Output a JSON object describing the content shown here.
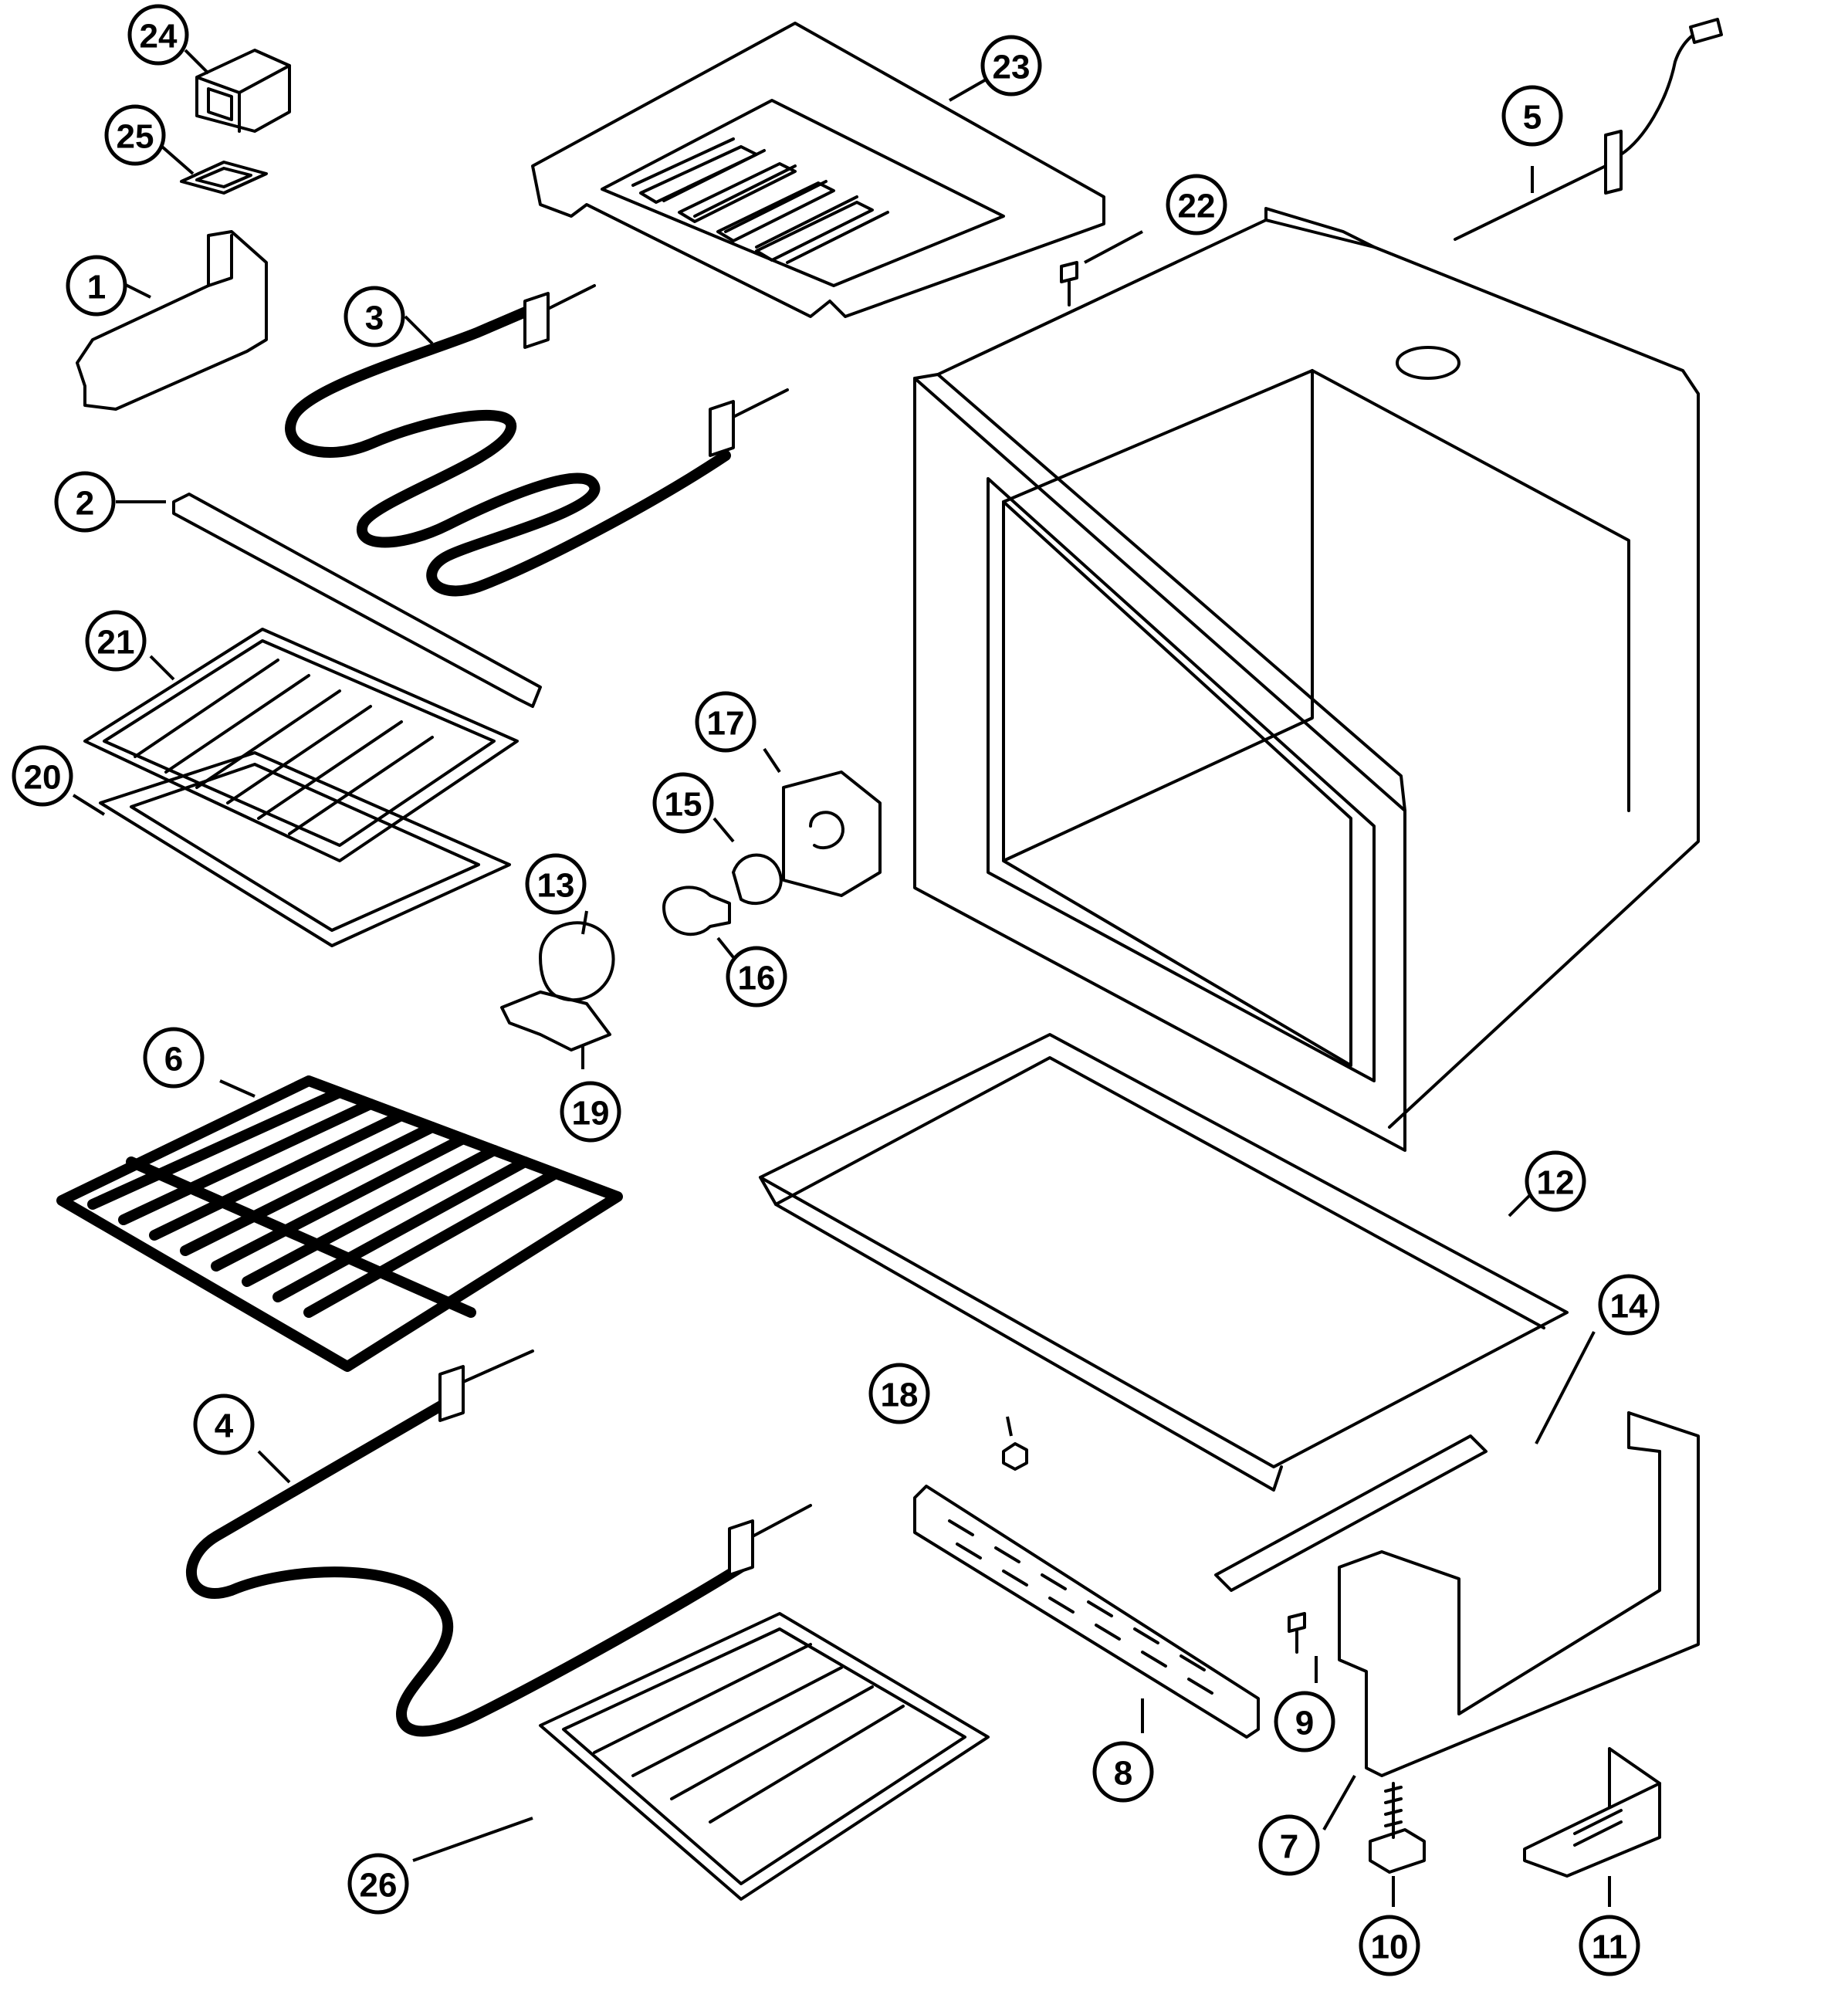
{
  "callouts": [
    {
      "id": "1",
      "label": "1"
    },
    {
      "id": "2",
      "label": "2"
    },
    {
      "id": "3",
      "label": "3"
    },
    {
      "id": "4",
      "label": "4"
    },
    {
      "id": "5",
      "label": "5"
    },
    {
      "id": "6",
      "label": "6"
    },
    {
      "id": "7",
      "label": "7"
    },
    {
      "id": "8",
      "label": "8"
    },
    {
      "id": "9",
      "label": "9"
    },
    {
      "id": "10",
      "label": "10"
    },
    {
      "id": "11",
      "label": "11"
    },
    {
      "id": "12",
      "label": "12"
    },
    {
      "id": "13",
      "label": "13"
    },
    {
      "id": "14",
      "label": "14"
    },
    {
      "id": "15",
      "label": "15"
    },
    {
      "id": "16",
      "label": "16"
    },
    {
      "id": "17",
      "label": "17"
    },
    {
      "id": "18",
      "label": "18"
    },
    {
      "id": "19",
      "label": "19"
    },
    {
      "id": "20",
      "label": "20"
    },
    {
      "id": "21",
      "label": "21"
    },
    {
      "id": "22",
      "label": "22"
    },
    {
      "id": "23",
      "label": "23"
    },
    {
      "id": "24",
      "label": "24"
    },
    {
      "id": "25",
      "label": "25"
    },
    {
      "id": "26",
      "label": "26"
    }
  ]
}
